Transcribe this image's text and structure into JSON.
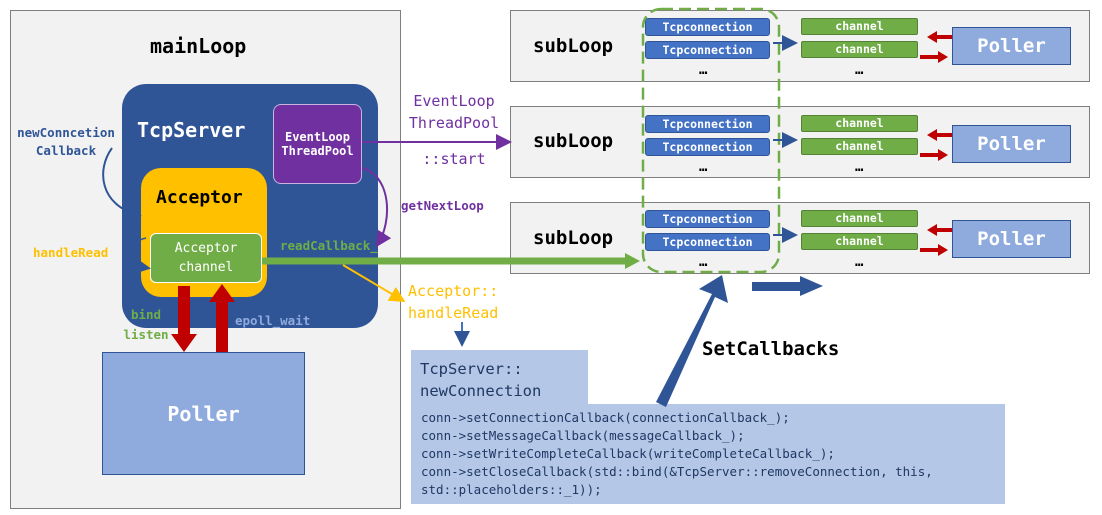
{
  "main_loop": {
    "title": "mainLoop",
    "tcp_server_label": "TcpServer",
    "event_loop_thread_pool": [
      "EventLoop",
      "ThreadPool"
    ],
    "acceptor_label": "Acceptor",
    "acceptor_channel": [
      "Acceptor",
      "channel"
    ],
    "poller_label": "Poller"
  },
  "labels": {
    "new_connection_callback": [
      "newConncetion",
      "Callback"
    ],
    "handle_read": "handleRead",
    "read_callback": "readCallback_",
    "bind_listen": [
      "bind",
      "listen"
    ],
    "epoll_wait": "epoll_wait",
    "pool_outer": [
      "EventLoop",
      "ThreadPool",
      "::start"
    ],
    "get_next_loop": "getNextLoop",
    "acceptor_handle_read": [
      "Acceptor::",
      "handleRead"
    ],
    "set_callbacks": "SetCallbacks"
  },
  "sub_loops": [
    {
      "title": "subLoop",
      "connections": [
        "Tcpconnection",
        "Tcpconnection"
      ],
      "channels": [
        "channel",
        "channel"
      ],
      "ellipsis": "…",
      "poller": "Poller"
    },
    {
      "title": "subLoop",
      "connections": [
        "Tcpconnection",
        "Tcpconnection"
      ],
      "channels": [
        "channel",
        "channel"
      ],
      "ellipsis": "…",
      "poller": "Poller"
    },
    {
      "title": "subLoop",
      "connections": [
        "Tcpconnection",
        "Tcpconnection"
      ],
      "channels": [
        "channel",
        "channel"
      ],
      "ellipsis": "…",
      "poller": "Poller"
    }
  ],
  "code": {
    "header": [
      "TcpServer::",
      "newConnection"
    ],
    "lines": [
      "conn->setConnectionCallback(connectionCallback_);",
      "conn->setMessageCallback(messageCallback_);",
      "conn->setWriteCompleteCallback(writeCompleteCallback_);",
      "conn->setCloseCallback(std::bind(&TcpServer::removeConnection, this,",
      "std::placeholders::_1));"
    ]
  },
  "colors": {
    "tcp_server_blue": "#2f5597",
    "thread_pool_purple": "#7030a0",
    "acceptor_yellow": "#ffc000",
    "channel_green": "#70ad47",
    "poller_blue": "#8faadc",
    "connection_blue": "#4472c4",
    "arrow_red": "#c00000",
    "code_bg": "#b4c7e7"
  }
}
